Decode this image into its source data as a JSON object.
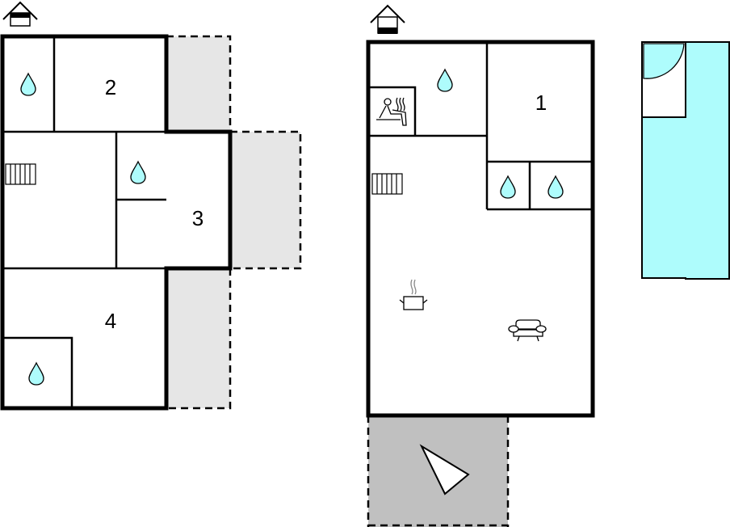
{
  "floor_plan": {
    "left_floor": {
      "rooms": [
        {
          "label": "2"
        },
        {
          "label": "3"
        },
        {
          "label": "4"
        }
      ]
    },
    "right_floor": {
      "rooms": [
        {
          "label": "1"
        }
      ]
    },
    "colors": {
      "water": "#aefcfc",
      "terrace_light": "#e6e6e6",
      "terrace_dark": "#c0c0c0",
      "pool": "#aefcfc"
    }
  }
}
